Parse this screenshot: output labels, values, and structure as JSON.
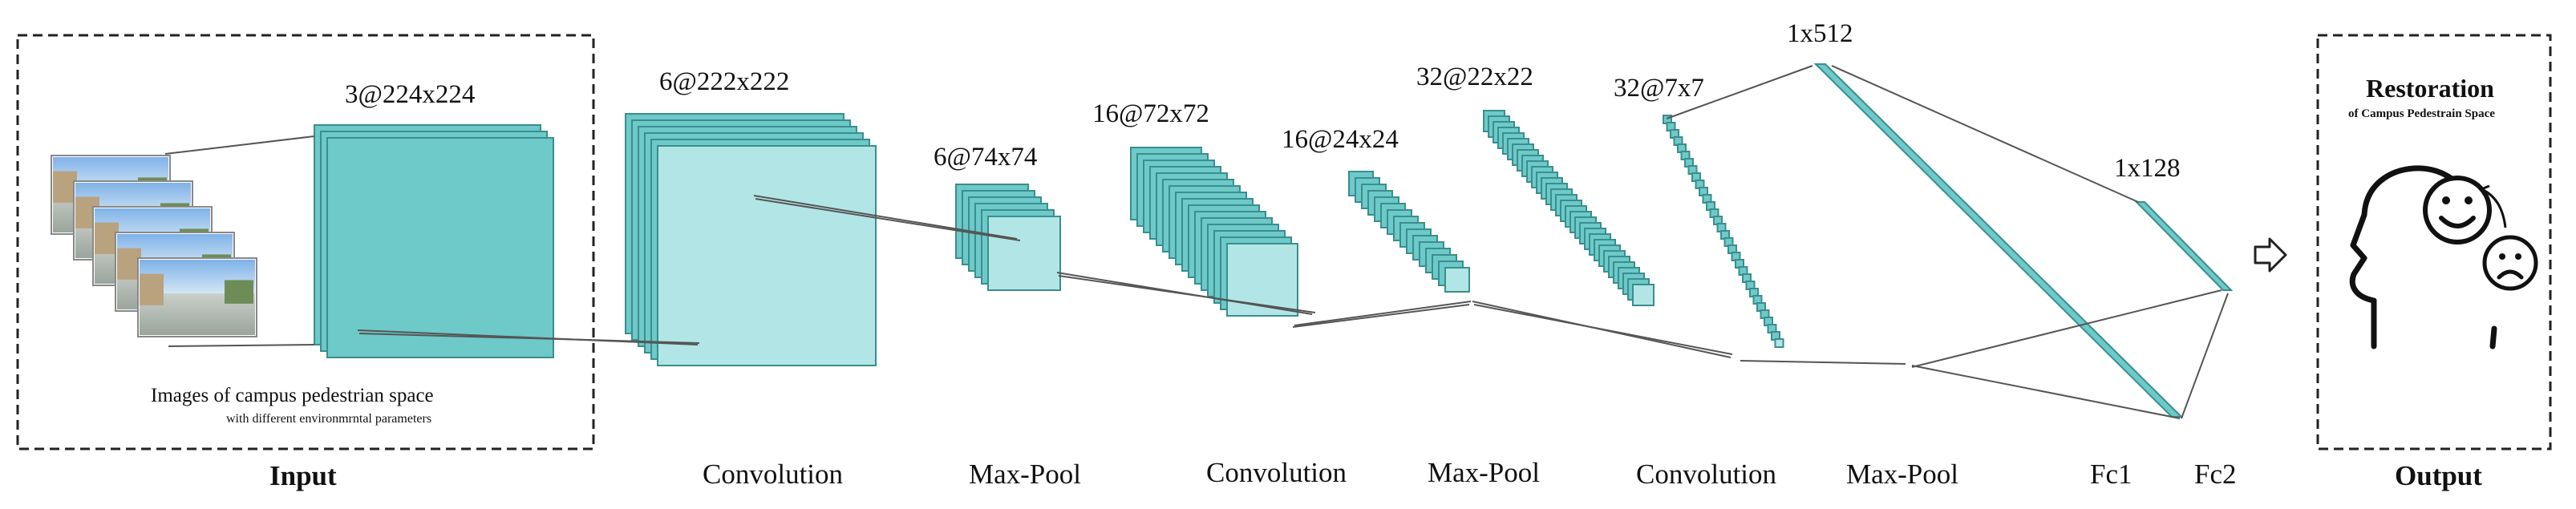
{
  "layers": {
    "input_dim": "3@224x224",
    "conv1_dim": "6@222x222",
    "pool1_dim": "6@74x74",
    "conv2_dim": "16@72x72",
    "pool2_dim": "16@24x24",
    "conv3_dim": "32@22x22",
    "pool3_dim": "32@7x7",
    "fc1_dim": "1x512",
    "fc2_dim": "1x128"
  },
  "stages": {
    "input": "Input",
    "conv1": "Convolution",
    "pool1": "Max-Pool",
    "conv2": "Convolution",
    "pool2": "Max-Pool",
    "conv3": "Convolution",
    "pool3": "Max-Pool",
    "fc1": "Fc1",
    "fc2": "Fc2",
    "output": "Output"
  },
  "input_panel": {
    "caption_main": "Images of campus pedestrian space",
    "caption_sub": "with different environmrntal parameters"
  },
  "output_panel": {
    "title": "Restoration",
    "subtitle": "of Campus Pedestrain Space"
  },
  "icons": [
    "arrow-right-icon",
    "head-silhouette-icon",
    "smiley-face-icon",
    "sad-face-icon"
  ],
  "colors": {
    "feature_map_fill": "#6ec9c9",
    "feature_map_light": "#b2e6e6",
    "stroke": "#3a8e8e"
  }
}
